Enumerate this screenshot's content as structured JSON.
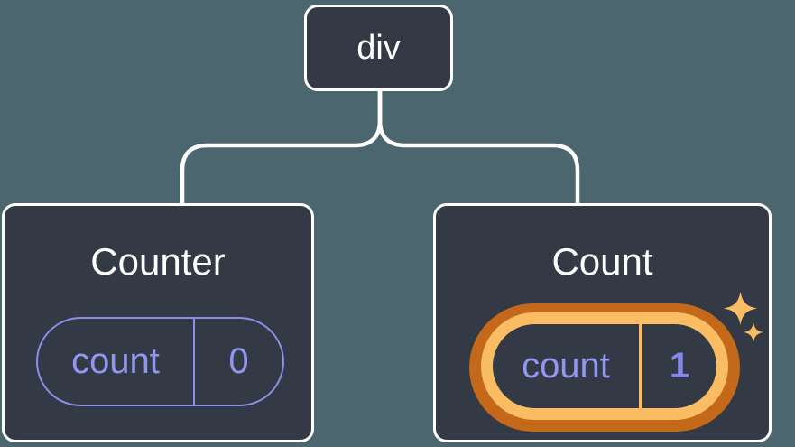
{
  "colors": {
    "background": "#4c6670",
    "node_bg": "#333a45",
    "node_border": "#ffffff",
    "connector": "#ffffff",
    "state_purple": "#8a8fe8",
    "state_purple_text": "#9196ee",
    "state_purple_bold": "#8287e8",
    "highlight_dark": "#c4691a",
    "highlight_light": "#fabd63",
    "sparkle": "#fabd63"
  },
  "tree": {
    "root": {
      "label": "div"
    },
    "children": [
      {
        "title": "Counter",
        "state": {
          "name": "count",
          "value": "0"
        },
        "highlighted": false
      },
      {
        "title": "Count",
        "state": {
          "name": "count",
          "value": "1"
        },
        "highlighted": true
      }
    ]
  }
}
